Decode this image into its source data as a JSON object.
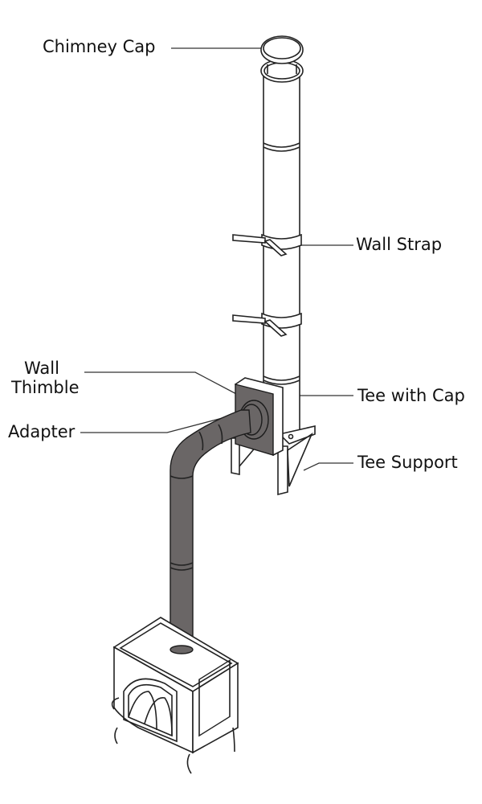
{
  "title": "Chimney installation parts",
  "labels": {
    "chimney_cap": "Chimney Cap",
    "wall_strap": "Wall Strap",
    "wall_thimble_line1": "Wall",
    "wall_thimble_line2": "Thimble",
    "tee_with_cap": "Tee with Cap",
    "adapter": "Adapter",
    "tee_support": "Tee Support"
  },
  "colors": {
    "stove_pipe": "#6a6666",
    "outline": "#222222",
    "background": "#ffffff"
  }
}
